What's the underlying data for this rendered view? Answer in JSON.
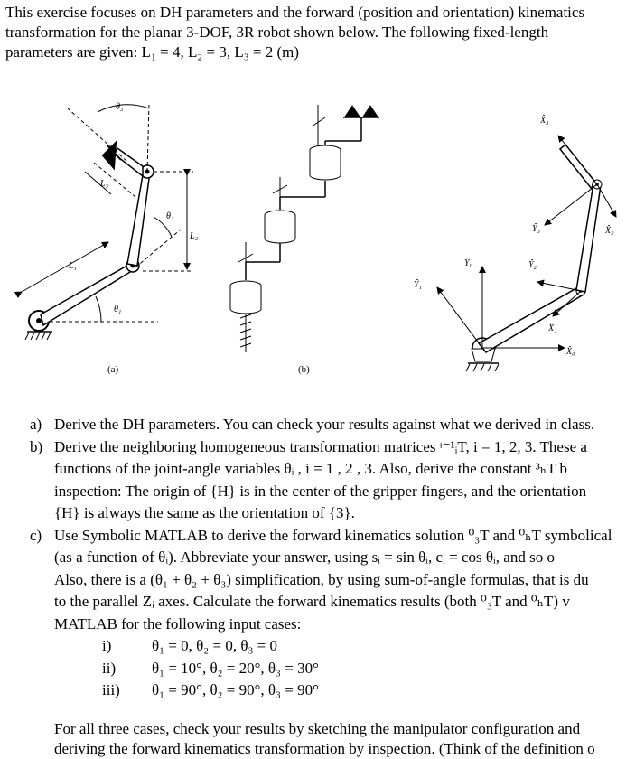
{
  "intro": {
    "line1": "This exercise focuses on DH parameters and the forward (position and orientation) kinematics",
    "line2": "transformation for the planar 3-DOF, 3R robot shown below. The following fixed-length",
    "line3": "parameters are given: L₁ = 4, L₂ = 3, L₃ = 2 (m)"
  },
  "figure": {
    "caption_a": "(a)",
    "caption_b": "(b)",
    "labels_a": {
      "theta3": "θ₃",
      "theta2": "θ₂",
      "theta1": "θ₁",
      "L1": "L₁",
      "L2": "L₂",
      "L3": "L₃"
    },
    "labels_c": {
      "X3": "X̂₃",
      "Y3": "Ŷ₃",
      "X2": "X̂₂",
      "Y2": "Ŷ₂",
      "X1": "X̂₁",
      "Y1": "Ŷ₁",
      "X0": "X̂₀",
      "Y0": "Ŷ₀"
    }
  },
  "questions": {
    "a_marker": "a)",
    "a_line1": "Derive the DH parameters. You can check your results against what we derived in class.",
    "b_marker": "b)",
    "b_line1": "Derive the neighboring homogeneous transformation matrices ᶦ⁻¹ᵢT, i = 1, 2, 3. These a",
    "b_line2": "functions of the joint-angle variables θᵢ , i = 1 , 2 , 3. Also, derive the constant ³ₕT b",
    "b_line3": "inspection: The origin of {H} is in the center of the gripper fingers, and the orientation",
    "b_line4": "{H} is always the same as the orientation of {3}.",
    "c_marker": "c)",
    "c_line1": "Use Symbolic MATLAB to derive the forward kinematics solution ⁰₃T and ⁰ₕT symbolical",
    "c_line2": "(as a function of θᵢ). Abbreviate your answer, using sᵢ = sin θᵢ, cᵢ = cos θᵢ, and so o",
    "c_line3": "Also, there is a (θ₁ + θ₂ + θ₃) simplification, by using sum-of-angle formulas, that is du",
    "c_line4": "to the parallel Zᵢ axes. Calculate the forward kinematics results (both ⁰₃T and ⁰ₕT) v",
    "c_line5": "MATLAB for the following input cases:",
    "cases": [
      {
        "marker": "i)",
        "value": "θ₁ = 0, θ₂ = 0, θ₃ = 0"
      },
      {
        "marker": "ii)",
        "value": "θ₁ = 10°, θ₂ = 20°, θ₃ = 30°"
      },
      {
        "marker": "iii)",
        "value": "θ₁ = 90°, θ₂ = 90°, θ₃ = 90°"
      }
    ]
  },
  "closing": {
    "line1": "For all three cases, check your results by sketching the manipulator configuration and",
    "line2": "deriving the forward kinematics transformation by inspection. (Think of the definition o"
  }
}
